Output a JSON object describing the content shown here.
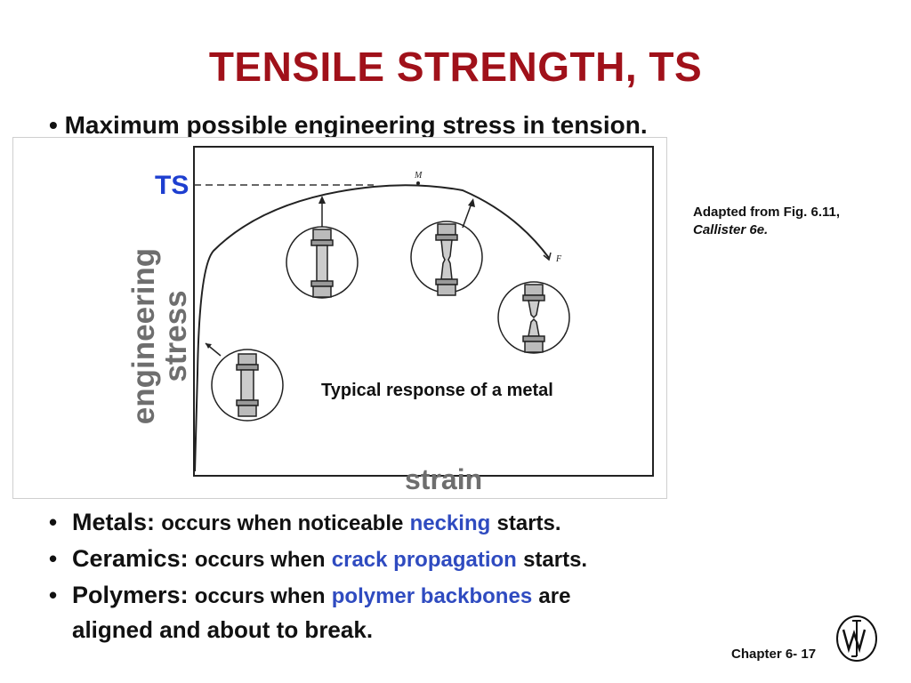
{
  "title": "TENSILE STRENGTH, TS",
  "intro": "• Maximum possible engineering stress in tension.",
  "figure": {
    "ts_label": "TS",
    "y_label_line1": "engineering",
    "y_label_line2": "stress",
    "x_label": "strain",
    "point_m": "M",
    "point_f": "F",
    "caption": "Typical response of  a metal"
  },
  "adapted": {
    "line1": "Adapted from Fig. 6.11,",
    "line2": "Callister 6e."
  },
  "bullets": [
    {
      "marker": "•",
      "term": "Metals:",
      "text": "occurs when noticeable",
      "highlight": "necking",
      "tail": "starts."
    },
    {
      "marker": "•",
      "term": "Ceramics:",
      "text": "occurs when",
      "highlight": "crack propagation",
      "tail": "starts."
    },
    {
      "marker": "•",
      "term": "Polymers:",
      "text": "occurs when",
      "highlight": "polymer backbones",
      "tail": "are"
    }
  ],
  "bullet3_continuation": "aligned and about to break.",
  "footer": {
    "chapter": "Chapter 6- 17"
  },
  "colors": {
    "title": "#a0111a",
    "highlight": "#2f4bc0",
    "ts_label": "#1e3fd0",
    "axis_label": "#6e6e6e"
  },
  "icons": {
    "logo": "wiley-logo-icon"
  }
}
